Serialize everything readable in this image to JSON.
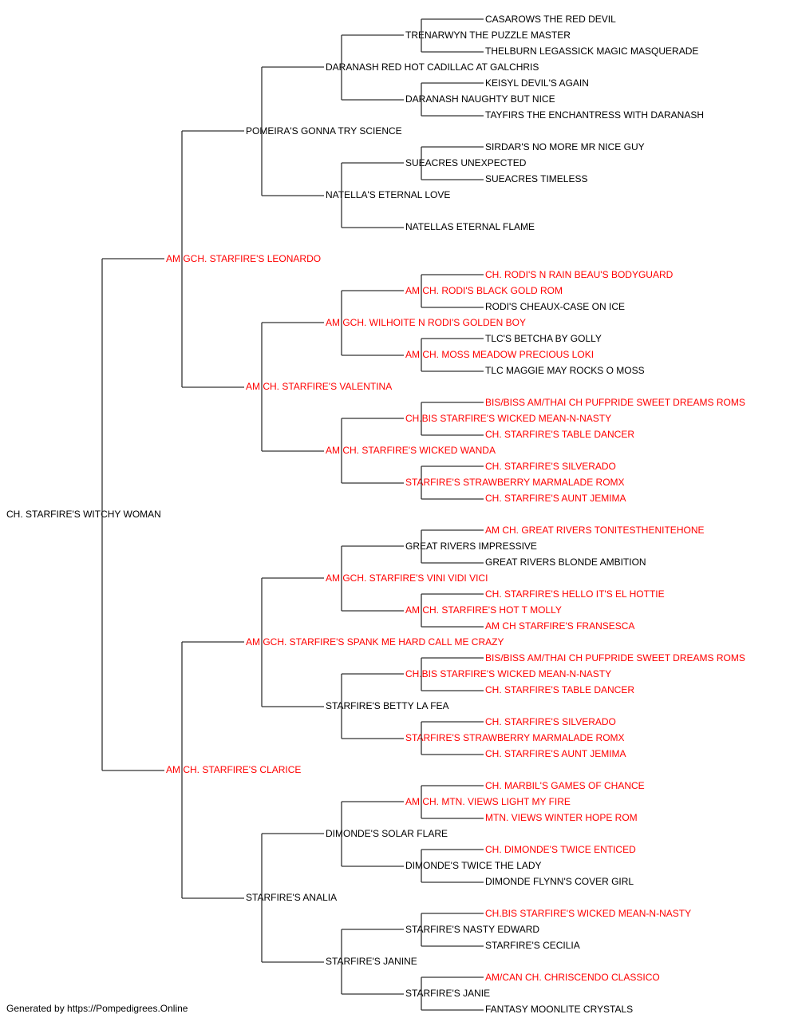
{
  "colors": {
    "titled": "#ff0000",
    "plain": "#000000",
    "lines": "#333333"
  },
  "footer": "Generated by https://Pompedigrees.Online",
  "pedigree": {
    "name": "CH. STARFIRE'S WITCHY WOMAN",
    "titled": false,
    "parents": [
      {
        "name": "AM GCH. STARFIRE'S LEONARDO",
        "titled": true,
        "parents": [
          {
            "name": "POMEIRA'S GONNA TRY SCIENCE",
            "titled": false,
            "parents": [
              {
                "name": "DARANASH RED HOT CADILLAC AT GALCHRIS",
                "titled": false,
                "parents": [
                  {
                    "name": "TRENARWYN THE PUZZLE MASTER",
                    "titled": false,
                    "parents": [
                      {
                        "name": "CASAROWS THE RED DEVIL",
                        "titled": false
                      },
                      {
                        "name": "THELBURN LEGASSICK MAGIC MASQUERADE",
                        "titled": false
                      }
                    ]
                  },
                  {
                    "name": "DARANASH NAUGHTY BUT NICE",
                    "titled": false,
                    "parents": [
                      {
                        "name": "KEISYL DEVIL'S AGAIN",
                        "titled": false
                      },
                      {
                        "name": "TAYFIRS THE ENCHANTRESS WITH DARANASH",
                        "titled": false
                      }
                    ]
                  }
                ]
              },
              {
                "name": "NATELLA'S ETERNAL LOVE",
                "titled": false,
                "parents": [
                  {
                    "name": "SUEACRES UNEXPECTED",
                    "titled": false,
                    "parents": [
                      {
                        "name": "SIRDAR'S NO MORE MR NICE GUY",
                        "titled": false
                      },
                      {
                        "name": "SUEACRES TIMELESS",
                        "titled": false
                      }
                    ]
                  },
                  {
                    "name": "NATELLAS ETERNAL FLAME",
                    "titled": false,
                    "parents": []
                  }
                ]
              }
            ]
          },
          {
            "name": "AM CH. STARFIRE'S VALENTINA",
            "titled": true,
            "parents": [
              {
                "name": "AM GCH. WILHOITE N RODI'S GOLDEN BOY",
                "titled": true,
                "parents": [
                  {
                    "name": "AM CH. RODI'S BLACK GOLD ROM",
                    "titled": true,
                    "parents": [
                      {
                        "name": "CH. RODI'S N RAIN BEAU'S BODYGUARD",
                        "titled": true
                      },
                      {
                        "name": "RODI'S CHEAUX-CASE ON ICE",
                        "titled": false
                      }
                    ]
                  },
                  {
                    "name": "AM CH. MOSS MEADOW PRECIOUS LOKI",
                    "titled": true,
                    "parents": [
                      {
                        "name": "TLC'S BETCHA BY GOLLY",
                        "titled": false
                      },
                      {
                        "name": "TLC MAGGIE MAY ROCKS O MOSS",
                        "titled": false
                      }
                    ]
                  }
                ]
              },
              {
                "name": "AM CH. STARFIRE'S WICKED WANDA",
                "titled": true,
                "parents": [
                  {
                    "name": "CH.BIS STARFIRE'S WICKED MEAN-N-NASTY",
                    "titled": true,
                    "parents": [
                      {
                        "name": "BIS/BISS AM/THAI CH PUFPRIDE SWEET DREAMS ROMS",
                        "titled": true
                      },
                      {
                        "name": "CH. STARFIRE'S TABLE DANCER",
                        "titled": true
                      }
                    ]
                  },
                  {
                    "name": "STARFIRE'S STRAWBERRY MARMALADE ROMX",
                    "titled": true,
                    "parents": [
                      {
                        "name": "CH. STARFIRE'S SILVERADO",
                        "titled": true
                      },
                      {
                        "name": "CH. STARFIRE'S AUNT JEMIMA",
                        "titled": true
                      }
                    ]
                  }
                ]
              }
            ]
          }
        ]
      },
      {
        "name": "AM CH. STARFIRE'S CLARICE",
        "titled": true,
        "parents": [
          {
            "name": "AM GCH. STARFIRE'S SPANK ME HARD CALL ME CRAZY",
            "titled": true,
            "parents": [
              {
                "name": "AM GCH. STARFIRE'S VINI VIDI VICI",
                "titled": true,
                "parents": [
                  {
                    "name": "GREAT RIVERS IMPRESSIVE",
                    "titled": false,
                    "parents": [
                      {
                        "name": "AM CH. GREAT RIVERS TONITESTHENITEHONE",
                        "titled": true
                      },
                      {
                        "name": "GREAT RIVERS BLONDE AMBITION",
                        "titled": false
                      }
                    ]
                  },
                  {
                    "name": "AM CH. STARFIRE'S HOT T MOLLY",
                    "titled": true,
                    "parents": [
                      {
                        "name": "CH. STARFIRE'S HELLO IT'S EL HOTTIE",
                        "titled": true
                      },
                      {
                        "name": "AM CH STARFIRE'S FRANSESCA",
                        "titled": true
                      }
                    ]
                  }
                ]
              },
              {
                "name": "STARFIRE'S BETTY LA FEA",
                "titled": false,
                "parents": [
                  {
                    "name": "CH.BIS STARFIRE'S WICKED MEAN-N-NASTY",
                    "titled": true,
                    "parents": [
                      {
                        "name": "BIS/BISS AM/THAI CH PUFPRIDE SWEET DREAMS ROMS",
                        "titled": true
                      },
                      {
                        "name": "CH. STARFIRE'S TABLE DANCER",
                        "titled": true
                      }
                    ]
                  },
                  {
                    "name": "STARFIRE'S STRAWBERRY MARMALADE ROMX",
                    "titled": true,
                    "parents": [
                      {
                        "name": "CH. STARFIRE'S SILVERADO",
                        "titled": true
                      },
                      {
                        "name": "CH. STARFIRE'S AUNT JEMIMA",
                        "titled": true
                      }
                    ]
                  }
                ]
              }
            ]
          },
          {
            "name": "STARFIRE'S ANALIA",
            "titled": false,
            "parents": [
              {
                "name": "DIMONDE'S SOLAR FLARE",
                "titled": false,
                "parents": [
                  {
                    "name": "AM CH. MTN. VIEWS LIGHT MY FIRE",
                    "titled": true,
                    "parents": [
                      {
                        "name": "CH. MARBIL'S GAMES OF CHANCE",
                        "titled": true
                      },
                      {
                        "name": "MTN. VIEWS WINTER HOPE ROM",
                        "titled": true
                      }
                    ]
                  },
                  {
                    "name": "DIMONDE'S TWICE THE LADY",
                    "titled": false,
                    "parents": [
                      {
                        "name": "CH. DIMONDE'S TWICE ENTICED",
                        "titled": true
                      },
                      {
                        "name": "DIMONDE FLYNN'S COVER GIRL",
                        "titled": false
                      }
                    ]
                  }
                ]
              },
              {
                "name": "STARFIRE'S JANINE",
                "titled": false,
                "parents": [
                  {
                    "name": "STARFIRE'S NASTY EDWARD",
                    "titled": false,
                    "parents": [
                      {
                        "name": "CH.BIS STARFIRE'S WICKED MEAN-N-NASTY",
                        "titled": true
                      },
                      {
                        "name": "STARFIRE'S CECILIA",
                        "titled": false
                      }
                    ]
                  },
                  {
                    "name": "STARFIRE'S JANIE",
                    "titled": false,
                    "parents": [
                      {
                        "name": "AM/CAN CH. CHRISCENDO CLASSICO",
                        "titled": true
                      },
                      {
                        "name": "FANTASY MOONLITE CRYSTALS",
                        "titled": false
                      }
                    ]
                  }
                ]
              }
            ]
          }
        ]
      }
    ]
  }
}
